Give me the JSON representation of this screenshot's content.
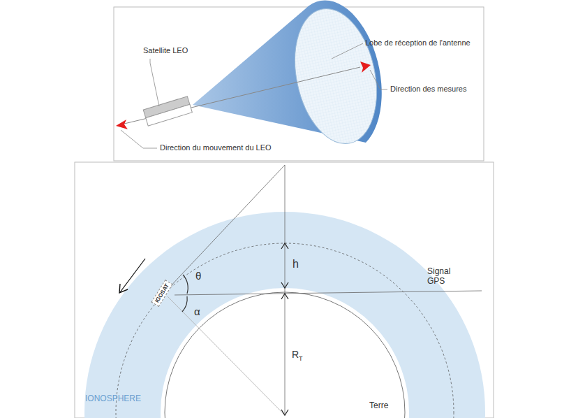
{
  "diagram": {
    "nodes": [
      {
        "text": [
          "IGOSAT"
        ]
      }
    ],
    "labels": [
      "Satellite LEO",
      "Lobe de réception de l'antenne",
      "Direction des mesures",
      "Direction du mouvement du LEO",
      "h",
      "θ",
      "α",
      "Signal GPS",
      "R",
      "T",
      "IONOSPHERE",
      "Terre"
    ]
  }
}
